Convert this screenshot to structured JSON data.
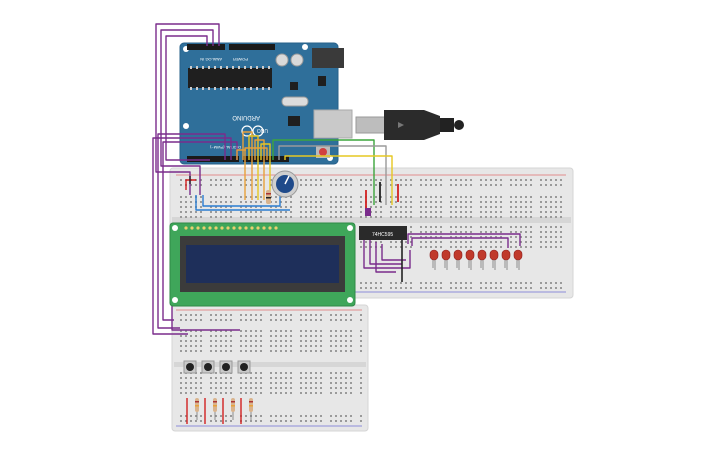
{
  "arduino": {
    "brand": "ARDUINO",
    "model": "UNO",
    "power_label": "POWER",
    "analog_label": "ANALOG IN",
    "digital_label": "DIGITAL (PWM~)"
  },
  "ic": {
    "label": "74HC595"
  },
  "leds": {
    "count": 8,
    "color": "#c0392b"
  },
  "buttons": {
    "count": 4
  },
  "colors": {
    "board": "#2f6f9a",
    "lcd_pcb": "#3fa65a",
    "lcd_screen": "#1e2f5a",
    "breadboard": "#e6e6e6",
    "wire_purple": "#7a2c8c",
    "wire_orange": "#e8a13a",
    "wire_yellow": "#e6c822",
    "wire_green": "#3ca53c",
    "wire_red": "#d22020",
    "wire_blue": "#2a7dd1"
  }
}
